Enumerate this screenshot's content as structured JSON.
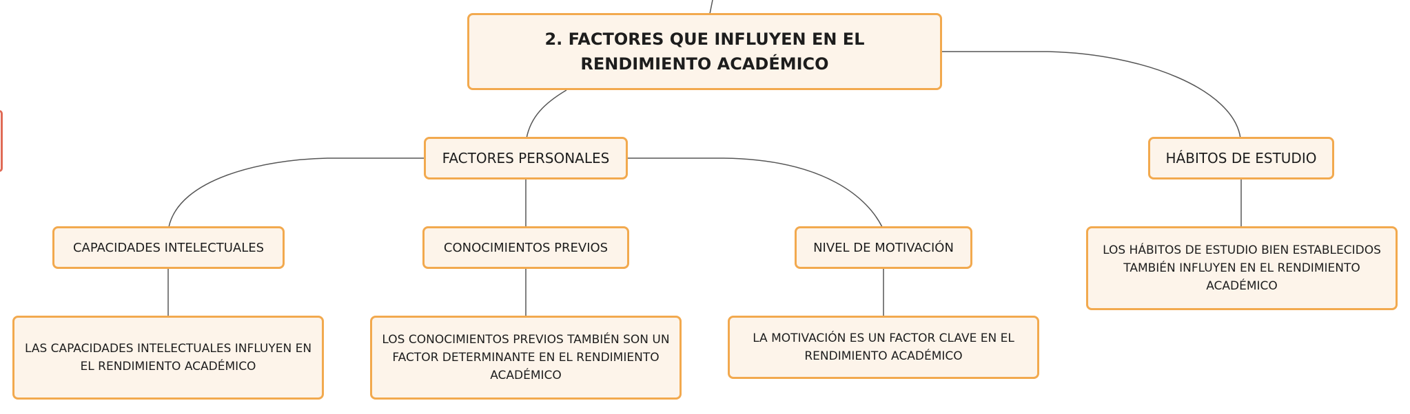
{
  "diagram": {
    "root": "2. FACTORES QUE INFLUYEN EN EL RENDIMIENTO ACADÉMICO",
    "personal": "FACTORES PERSONALES",
    "habits": "HÁBITOS DE ESTUDIO",
    "intellect": "CAPACIDADES INTELECTUALES",
    "knowledge": "CONOCIMIENTOS PREVIOS",
    "motivation": "NIVEL DE MOTIVACIÓN",
    "intellect_desc": "LAS CAPACIDADES INTELECTUALES INFLUYEN EN EL RENDIMIENTO ACADÉMICO",
    "knowledge_desc": "LOS CONOCIMIENTOS PREVIOS TAMBIÉN SON UN FACTOR DETERMINANTE EN EL RENDIMIENTO ACADÉMICO",
    "motivation_desc": "LA MOTIVACIÓN ES UN FACTOR CLAVE EN EL RENDIMIENTO ACADÉMICO",
    "habits_desc": "LOS HÁBITOS DE ESTUDIO BIEN ESTABLECIDOS TAMBIÉN INFLUYEN EN EL RENDIMIENTO ACADÉMICO"
  },
  "colors": {
    "node_fill": "#fdf4ea",
    "node_border": "#f2a94e",
    "edge": "#555555",
    "side_stub": "#e06a55"
  }
}
